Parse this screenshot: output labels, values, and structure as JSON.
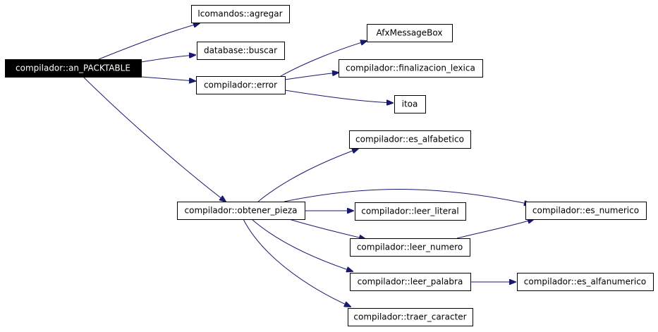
{
  "diagram": {
    "colors": {
      "edge": "#191970",
      "root_fill": "#000000",
      "root_text": "#ffffff",
      "node_fill": "#ffffff",
      "node_border": "#000000"
    },
    "nodes": [
      {
        "id": "an_packtable",
        "label": "compilador::an_PACKTABLE",
        "root": true
      },
      {
        "id": "lcomandos_agregar",
        "label": "lcomandos::agregar"
      },
      {
        "id": "database_buscar",
        "label": "database::buscar"
      },
      {
        "id": "compilador_error",
        "label": "compilador::error"
      },
      {
        "id": "afxmessagebox",
        "label": "AfxMessageBox"
      },
      {
        "id": "finalizacion_lexica",
        "label": "compilador::finalizacion_lexica"
      },
      {
        "id": "itoa",
        "label": "itoa"
      },
      {
        "id": "es_alfabetico",
        "label": "compilador::es_alfabetico"
      },
      {
        "id": "obtener_pieza",
        "label": "compilador::obtener_pieza"
      },
      {
        "id": "leer_literal",
        "label": "compilador::leer_literal"
      },
      {
        "id": "es_numerico",
        "label": "compilador::es_numerico"
      },
      {
        "id": "leer_numero",
        "label": "compilador::leer_numero"
      },
      {
        "id": "leer_palabra",
        "label": "compilador::leer_palabra"
      },
      {
        "id": "es_alfanumerico",
        "label": "compilador::es_alfanumerico"
      },
      {
        "id": "traer_caracter",
        "label": "compilador::traer_caracter"
      }
    ],
    "edges": [
      {
        "from": "an_packtable",
        "to": "lcomandos_agregar"
      },
      {
        "from": "an_packtable",
        "to": "database_buscar"
      },
      {
        "from": "an_packtable",
        "to": "compilador_error"
      },
      {
        "from": "an_packtable",
        "to": "obtener_pieza"
      },
      {
        "from": "compilador_error",
        "to": "afxmessagebox"
      },
      {
        "from": "compilador_error",
        "to": "finalizacion_lexica"
      },
      {
        "from": "compilador_error",
        "to": "itoa"
      },
      {
        "from": "obtener_pieza",
        "to": "es_alfabetico"
      },
      {
        "from": "obtener_pieza",
        "to": "es_numerico"
      },
      {
        "from": "obtener_pieza",
        "to": "leer_literal"
      },
      {
        "from": "obtener_pieza",
        "to": "leer_numero"
      },
      {
        "from": "obtener_pieza",
        "to": "leer_palabra"
      },
      {
        "from": "obtener_pieza",
        "to": "traer_caracter"
      },
      {
        "from": "leer_numero",
        "to": "es_numerico"
      },
      {
        "from": "leer_palabra",
        "to": "es_alfanumerico"
      }
    ]
  }
}
